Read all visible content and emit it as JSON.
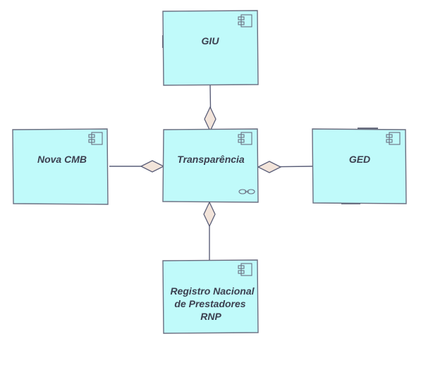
{
  "diagram": {
    "nodes": {
      "giu": {
        "label": "GIU"
      },
      "nova_cmb": {
        "label": "Nova CMB"
      },
      "transparencia": {
        "label": "Transparência"
      },
      "ged": {
        "label": "GED"
      },
      "rnp": {
        "lines": [
          "Registro Nacional",
          "de Prestadores",
          "RNP"
        ]
      }
    }
  },
  "colors": {
    "box_fill": "#c0fafa",
    "box_stroke": "#6a6e80",
    "connector": "#5a5e78",
    "diamond_fill": "#f2e4da",
    "text": "#3c4050"
  },
  "icons": {
    "component": "uml-component-icon",
    "aggregation": "aggregation-diamond-icon",
    "link": "chain-link-icon"
  }
}
